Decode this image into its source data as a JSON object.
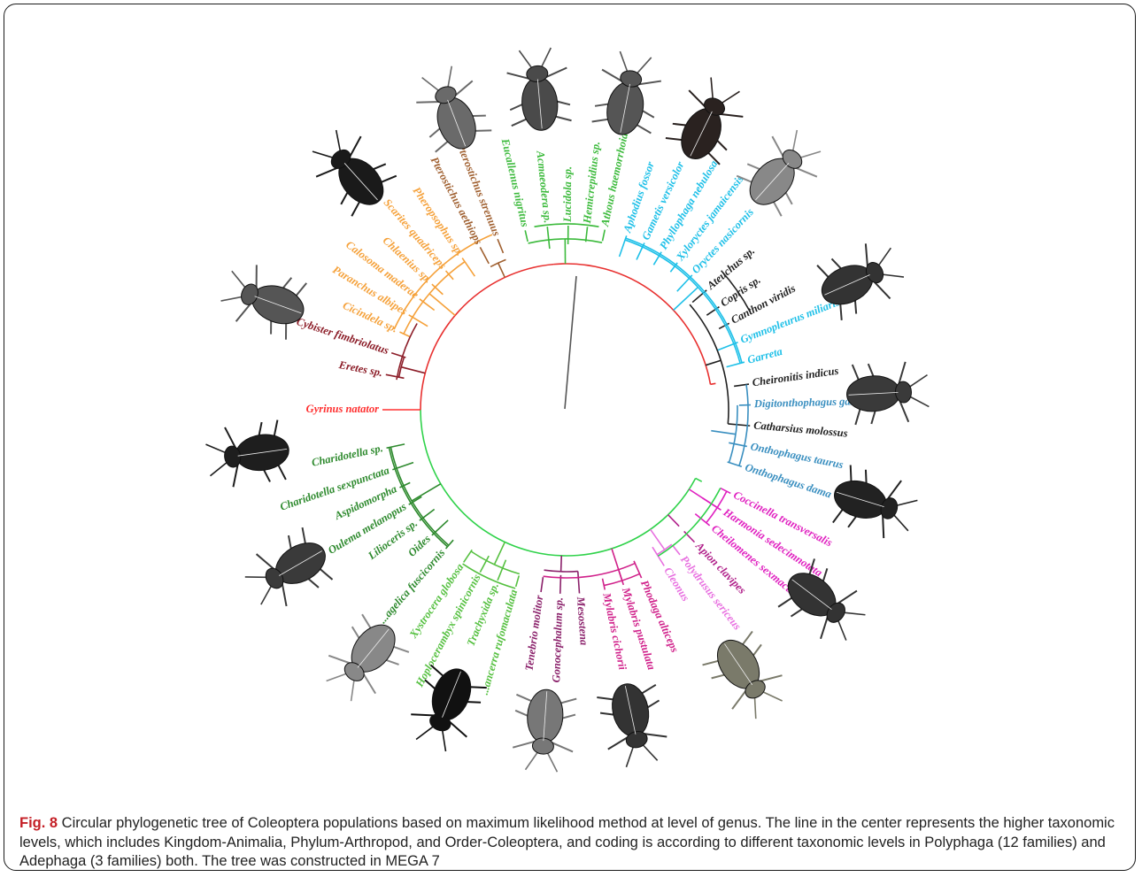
{
  "caption": {
    "label": "Fig. 8",
    "text": " Circular phylogenetic tree of Coleoptera populations based on maximum likelihood method at level of genus. The line in the center represents the higher taxonomic levels, which includes Kingdom-Animalia, Phylum-Arthropod, and Order-Coleoptera, and coding is according to different taxonomic levels in Polyphaga (12 families) and Adephaga (3 families) both. The tree was constructed in MEGA 7"
  },
  "colors": {
    "adephaga": "#e8302f",
    "polyphaga": "#2fd24a",
    "carabidae": "#f5a13a",
    "dytiscidae": "#8c1d28",
    "gyrinidae": "#ff3030",
    "buprestidae": "#3cba3c",
    "scarabaeidae": "#1fc0e8",
    "scarabaeinae": "#202020",
    "onthophagini": "#3a8fc0",
    "coccinellidae": "#e020c0",
    "curculionidae": "#e870e0",
    "meloidae": "#d0208a",
    "tenebrionidae": "#8a206a",
    "cerambycidae": "#55c040",
    "chrysomelidae": "#2e8a2e",
    "center_line": "#555555"
  },
  "taxa": [
    {
      "name": "Gyrinus natator",
      "angle": 180,
      "color": "#ff3030"
    },
    {
      "name": "Eretes sp.",
      "angle": 169,
      "color": "#8c1d28"
    },
    {
      "name": "Cybister fimbriolatus",
      "angle": 162,
      "color": "#8c1d28"
    },
    {
      "name": "Cicindela sp.",
      "angle": 155,
      "color": "#f5a13a"
    },
    {
      "name": "Paranchus albipes",
      "angle": 149,
      "color": "#f5a13a"
    },
    {
      "name": "Calosoma maderae",
      "angle": 143,
      "color": "#f5a13a"
    },
    {
      "name": "Chlaenius sp.",
      "angle": 137,
      "color": "#f5a13a"
    },
    {
      "name": "Scarites quadriceps",
      "angle": 131,
      "color": "#f5a13a"
    },
    {
      "name": "Pheropsophus sp.",
      "angle": 124.5,
      "color": "#f5a13a"
    },
    {
      "name": "Pterostichus aethiops",
      "angle": 118,
      "color": "#a06030"
    },
    {
      "name": "Pterostichus strenuus",
      "angle": 112,
      "color": "#a06030"
    },
    {
      "name": "Eucallenus nigritus",
      "angle": 103,
      "color": "#3cba3c"
    },
    {
      "name": "Acmaeodera sp.",
      "angle": 96,
      "color": "#3cba3c"
    },
    {
      "name": "Lucidola sp.",
      "angle": 89.5,
      "color": "#3cba3c"
    },
    {
      "name": "Hemicrepidius sp.",
      "angle": 83.5,
      "color": "#3cba3c"
    },
    {
      "name": "Athous haemorrhoidalis",
      "angle": 78,
      "color": "#3cba3c"
    },
    {
      "name": "Aphodius fossor",
      "angle": 71,
      "color": "#1fc0e8"
    },
    {
      "name": "Gametis versicolor",
      "angle": 65,
      "color": "#1fc0e8"
    },
    {
      "name": "Phyllophaga nebulosa",
      "angle": 59,
      "color": "#1fc0e8"
    },
    {
      "name": "Xyloryctes jamaicensis",
      "angle": 53,
      "color": "#1fc0e8"
    },
    {
      "name": "Oryctes nasicornis",
      "angle": 47,
      "color": "#1fc0e8"
    },
    {
      "name": "Ateuchus sp.",
      "angle": 40.5,
      "color": "#202020"
    },
    {
      "name": "Copris sp.",
      "angle": 34,
      "color": "#202020"
    },
    {
      "name": "Canthon viridis",
      "angle": 28,
      "color": "#202020"
    },
    {
      "name": "Gymnopleurus miliaris",
      "angle": 21.5,
      "color": "#1fc0e8"
    },
    {
      "name": "Garreta",
      "angle": 15,
      "color": "#1fc0e8"
    },
    {
      "name": "Cheironitis indicus",
      "angle": 8,
      "color": "#202020"
    },
    {
      "name": "Digitonthophagus gazella",
      "angle": 1.5,
      "color": "#3a8fc0"
    },
    {
      "name": "Catharsius molossus",
      "angle": -5,
      "color": "#202020"
    },
    {
      "name": "Onthophagus taurus",
      "angle": -11.5,
      "color": "#3a8fc0"
    },
    {
      "name": "Onthophagus dama",
      "angle": -18,
      "color": "#3a8fc0"
    },
    {
      "name": "Coccinella transversalis",
      "angle": -27,
      "color": "#e020c0"
    },
    {
      "name": "Harmonia sedecimnotata",
      "angle": -33,
      "color": "#e020c0"
    },
    {
      "name": "Cheilomenes sexmaculata",
      "angle": -39,
      "color": "#e020c0"
    },
    {
      "name": "Apion clavipes",
      "angle": -46,
      "color": "#b0208a"
    },
    {
      "name": "Polydrusus sericeus",
      "angle": -52,
      "color": "#e870e0"
    },
    {
      "name": "Cleonus",
      "angle": -58,
      "color": "#e870e0"
    },
    {
      "name": "Phodaga alticeps",
      "angle": -66,
      "color": "#d0208a"
    },
    {
      "name": "Mylabris pustulata",
      "angle": -72,
      "color": "#d0208a"
    },
    {
      "name": "Mylabris cichorii",
      "angle": -78,
      "color": "#d0208a"
    },
    {
      "name": "Mesostena",
      "angle": -86,
      "color": "#8a206a"
    },
    {
      "name": "Gonocephalum sp.",
      "angle": -92,
      "color": "#8a206a"
    },
    {
      "name": "Tenebrio molitor",
      "angle": -98,
      "color": "#8a206a"
    },
    {
      "name": "...ancerra rufomaculata",
      "angle": -106,
      "color": "#55c040"
    },
    {
      "name": "Trachyxida sp.",
      "angle": -112,
      "color": "#55c040"
    },
    {
      "name": "Hoplocerambyx spinicornis",
      "angle": -118,
      "color": "#55c040"
    },
    {
      "name": "Xystrocera globosa",
      "angle": -124,
      "color": "#55c040"
    },
    {
      "name": "...agelica fuscicornis",
      "angle": -131,
      "color": "#2e8a2e"
    },
    {
      "name": "Oides",
      "angle": -137,
      "color": "#2e8a2e"
    },
    {
      "name": "Lilioceris sp.",
      "angle": -143,
      "color": "#2e8a2e"
    },
    {
      "name": "Oulema melanopus",
      "angle": -149,
      "color": "#2e8a2e"
    },
    {
      "name": "Aspidomorpha",
      "angle": -155,
      "color": "#2e8a2e"
    },
    {
      "name": "Charidotella sexpunctata",
      "angle": -161,
      "color": "#2e8a2e"
    },
    {
      "name": "Charidotella sp.",
      "angle": -168,
      "color": "#2e8a2e"
    }
  ],
  "beetle_icons": [
    {
      "name": "tortoise-beetle-illustration",
      "angle": 132,
      "color": "#1a1a1a"
    },
    {
      "name": "ground-beetle-illustration",
      "angle": 111,
      "color": "#6a6a6a"
    },
    {
      "name": "jewel-beetle-illustration",
      "angle": 95,
      "color": "#4a4a4a"
    },
    {
      "name": "chafer-beetle-illustration",
      "angle": 79,
      "color": "#555555"
    },
    {
      "name": "flower-chafer-illustration",
      "angle": 64,
      "color": "#2a2220"
    },
    {
      "name": "june-beetle-illustration",
      "angle": 48,
      "color": "#888888"
    },
    {
      "name": "dung-beetle-illustration",
      "angle": 24,
      "color": "#333333"
    },
    {
      "name": "dung-beetle-dark-illustration",
      "angle": 3,
      "color": "#3a3a3a"
    },
    {
      "name": "horned-dung-beetle-illustration",
      "angle": -17,
      "color": "#222222"
    },
    {
      "name": "ladybird-small-illustration",
      "angle": -37,
      "color": "#333333"
    },
    {
      "name": "weevil-illustration",
      "angle": -56,
      "color": "#7a7a6a"
    },
    {
      "name": "blister-beetle-illustration",
      "angle": -78,
      "color": "#333333"
    },
    {
      "name": "darkling-beetle-illustration",
      "angle": -94,
      "color": "#777777"
    },
    {
      "name": "longhorn-black-illustration",
      "angle": -112,
      "color": "#111111"
    },
    {
      "name": "longhorn-outline-illustration",
      "angle": -129,
      "color": "#888888"
    },
    {
      "name": "spotted-beetle-illustration",
      "angle": -150,
      "color": "#3a3a3a"
    },
    {
      "name": "diving-beetle-black-illustration",
      "angle": -172,
      "color": "#1e1e1e"
    },
    {
      "name": "diving-beetle-illustration",
      "angle": 160,
      "color": "#555555"
    }
  ]
}
